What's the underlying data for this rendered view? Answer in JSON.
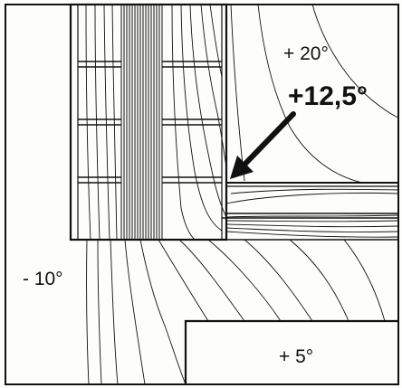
{
  "labels": {
    "interior_top": "+ 20°",
    "critical_point": "+12,5°",
    "exterior": "- 10°",
    "interior_bottom": "+ 5°"
  },
  "colors": {
    "ink": "#111111",
    "paper": "#fdfdfb"
  }
}
